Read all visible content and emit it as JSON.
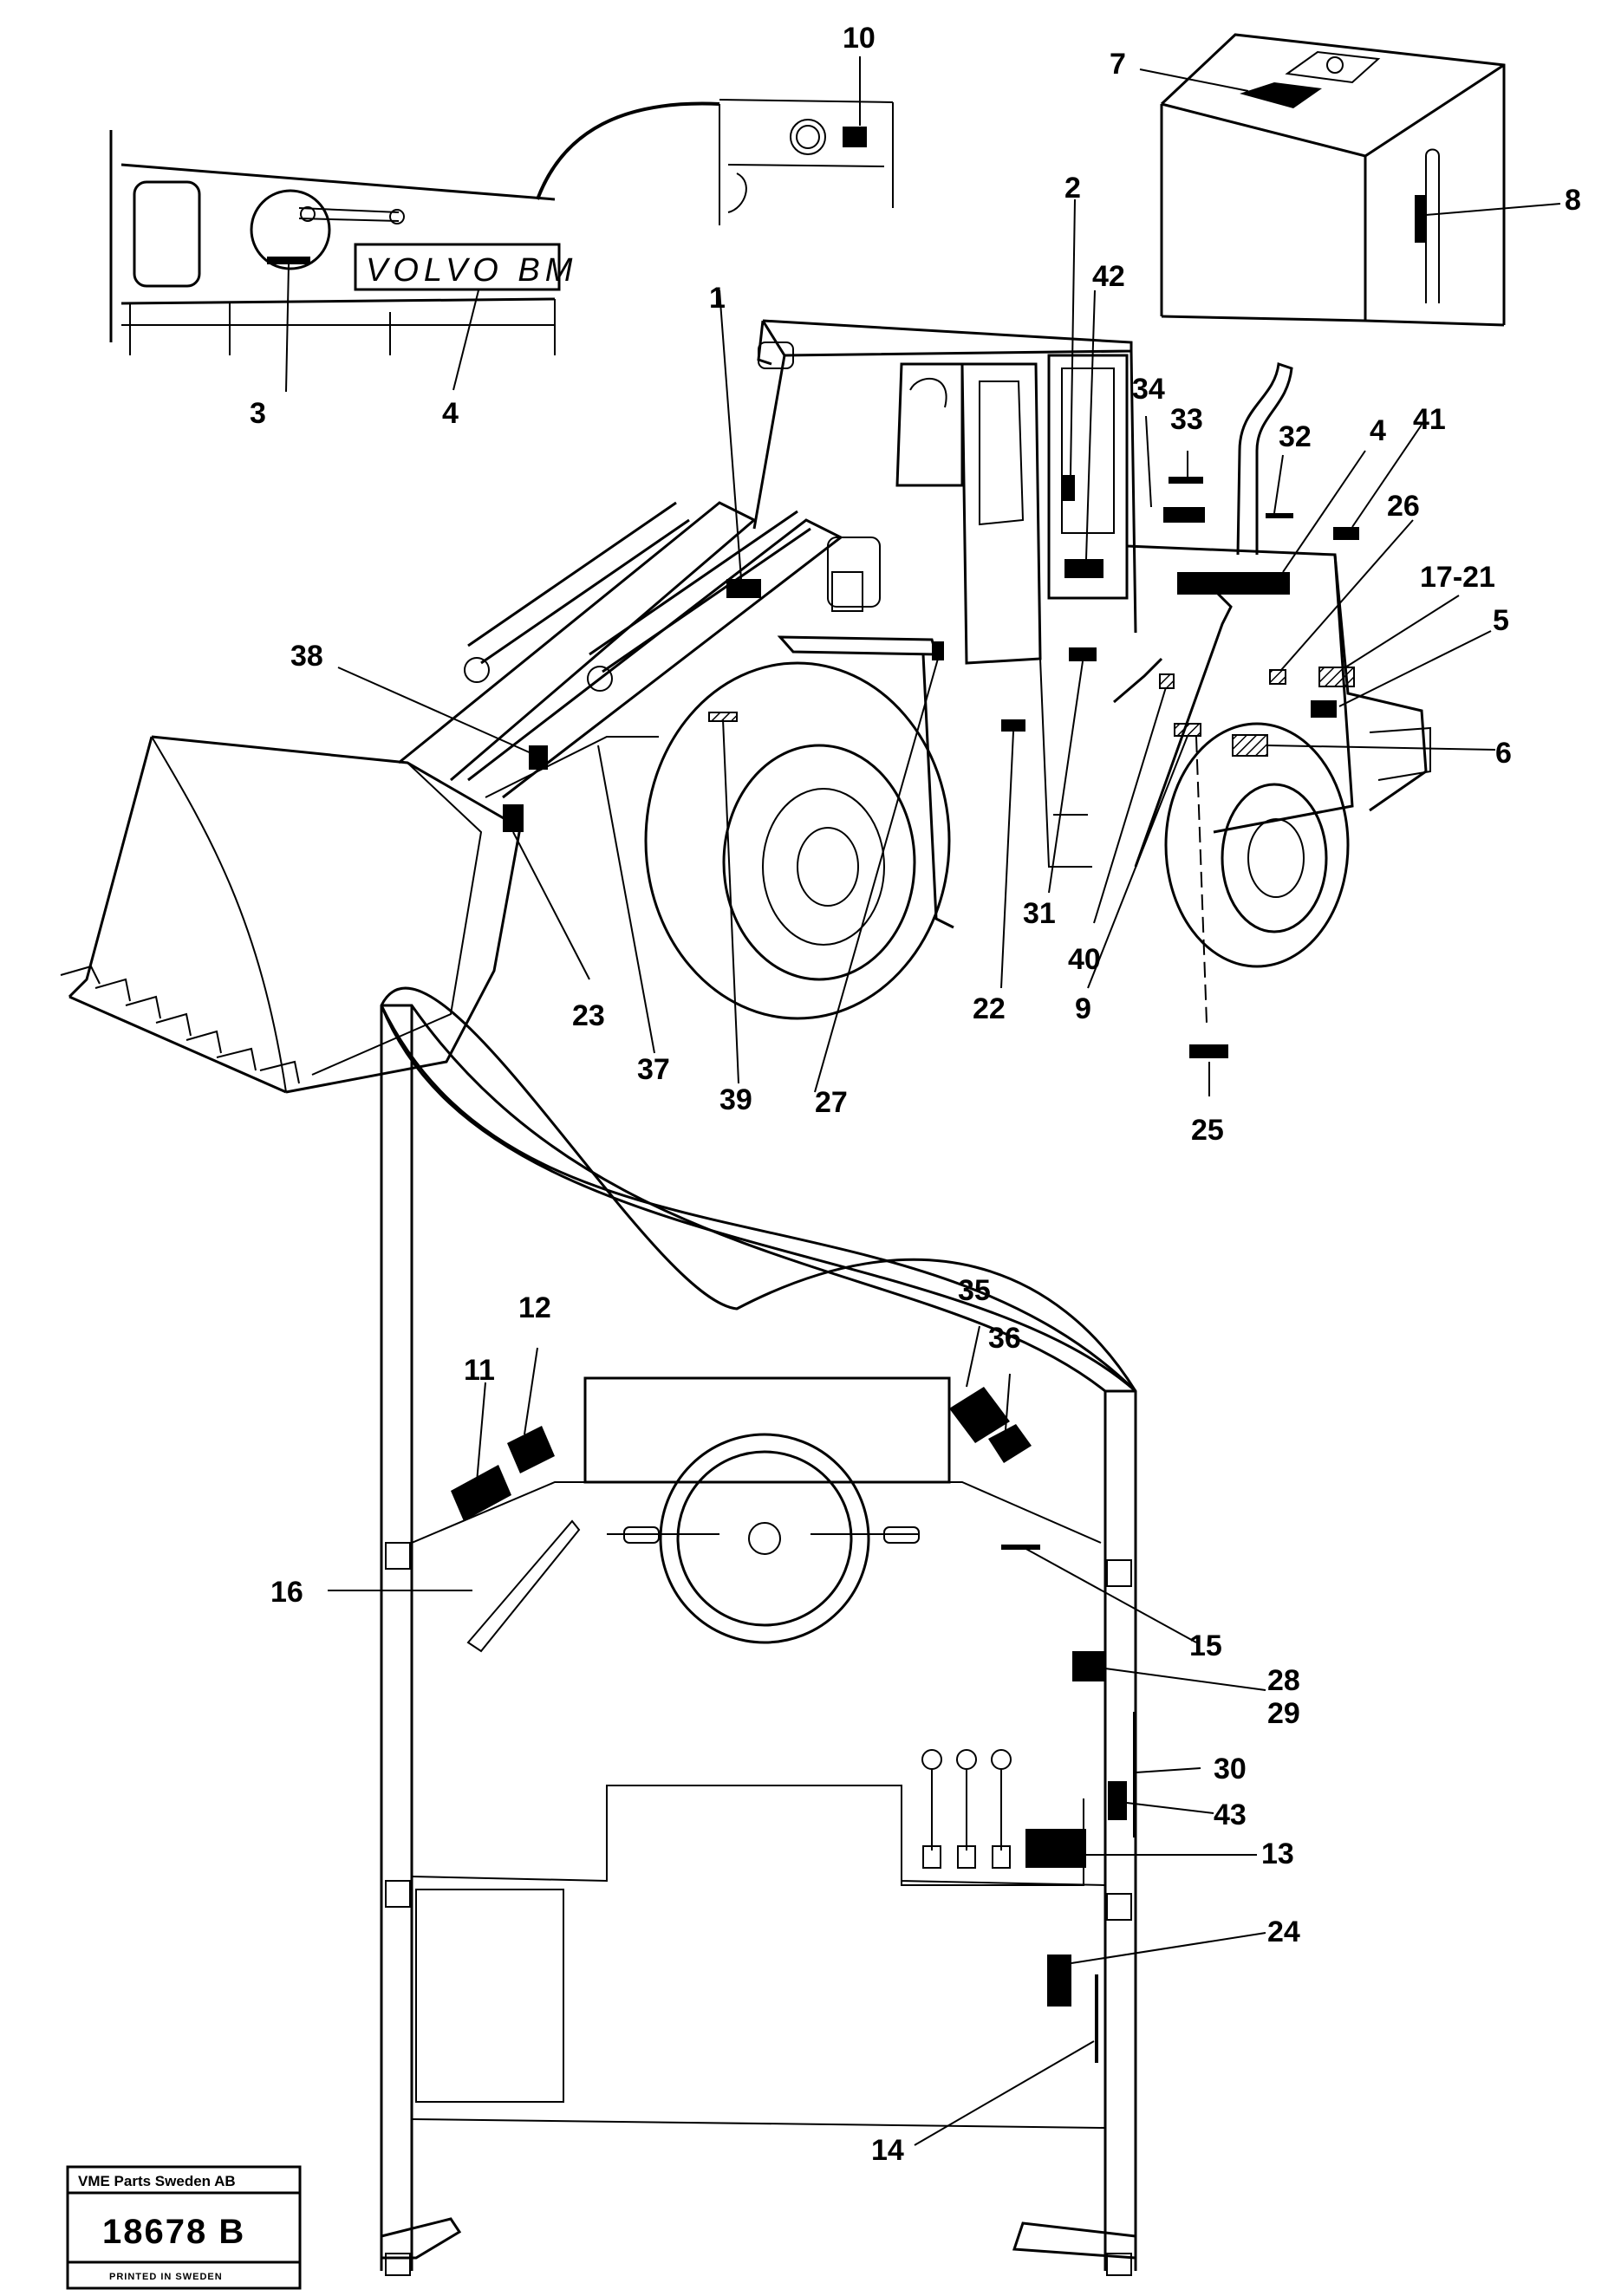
{
  "brand_plate": "VOLVO BM",
  "title_block": {
    "company": "VME Parts Sweden AB",
    "drawing_number": "18678 B",
    "footer": "PRINTED IN SWEDEN"
  },
  "callouts": {
    "c1": "1",
    "c2": "2",
    "c3": "3",
    "c4a": "4",
    "c4b": "4",
    "c5": "5",
    "c6": "6",
    "c7": "7",
    "c8": "8",
    "c9": "9",
    "c10": "10",
    "c11": "11",
    "c12": "12",
    "c13": "13",
    "c14": "14",
    "c15": "15",
    "c16": "16",
    "c17_21": "17-21",
    "c22": "22",
    "c23": "23",
    "c24": "24",
    "c25": "25",
    "c26": "26",
    "c27": "27",
    "c28": "28",
    "c29": "29",
    "c30": "30",
    "c31": "31",
    "c32": "32",
    "c33": "33",
    "c34": "34",
    "c35": "35",
    "c36": "36",
    "c37": "37",
    "c38": "38",
    "c39": "39",
    "c40": "40",
    "c41": "41",
    "c42": "42",
    "c43": "43"
  }
}
